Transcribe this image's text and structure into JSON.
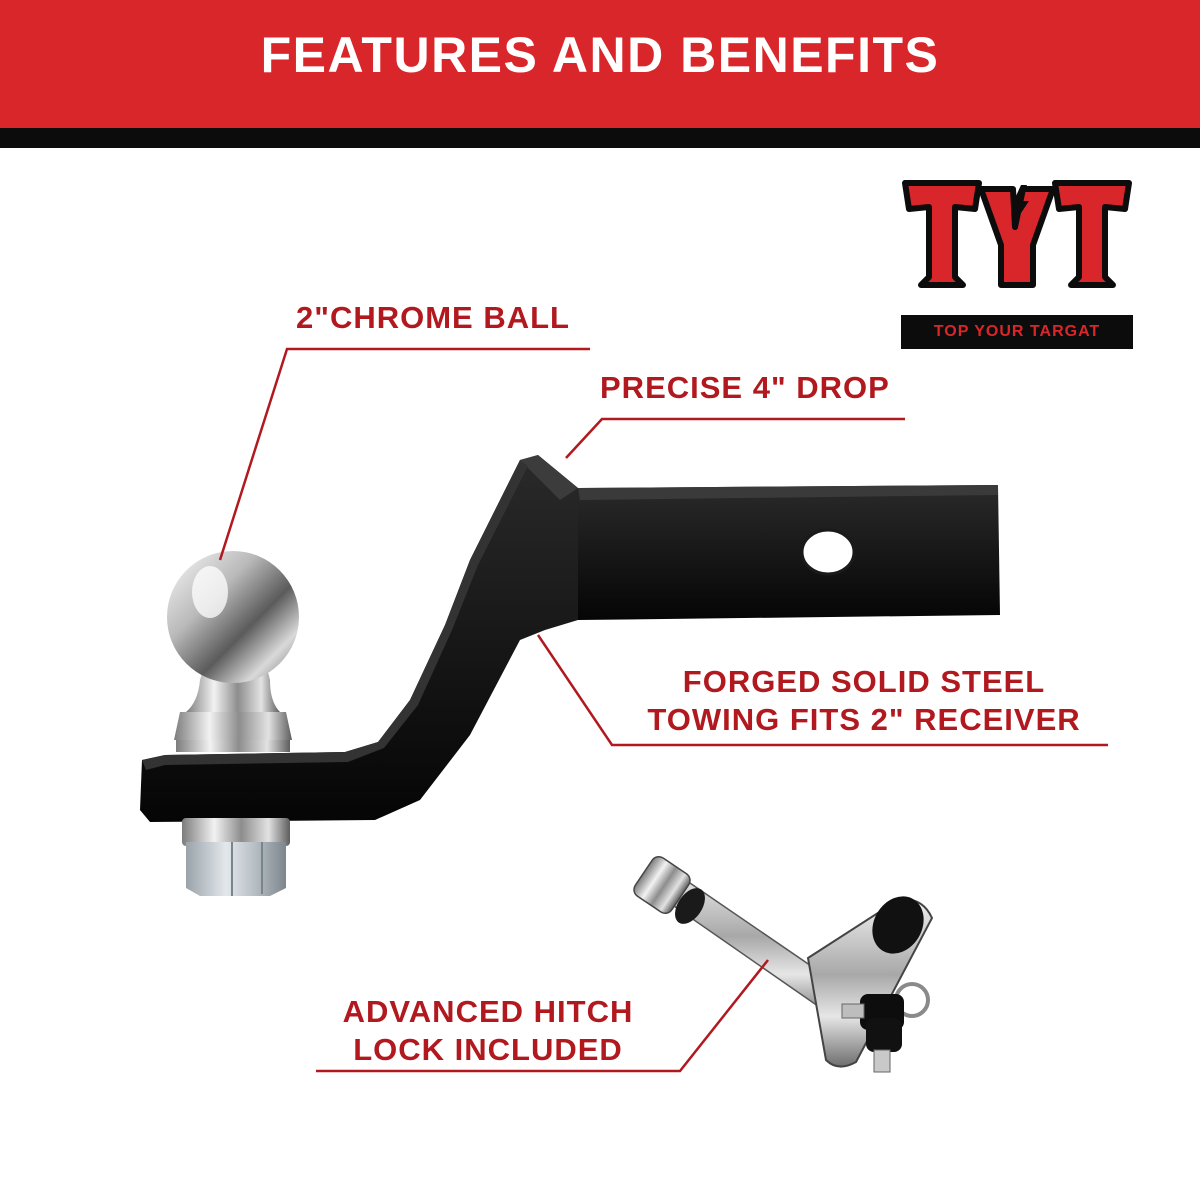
{
  "banner": {
    "title": "FEATURES AND BENEFITS"
  },
  "logo": {
    "tagline": "TOP YOUR TARGAT"
  },
  "callouts": {
    "chrome_ball": "2\"CHROME BALL",
    "drop": "PRECISE 4\" DROP",
    "steel_line1": "FORGED SOLID STEEL",
    "steel_line2": "TOWING FITS 2\" RECEIVER",
    "lock_line1": "ADVANCED HITCH",
    "lock_line2": "LOCK INCLUDED"
  },
  "colors": {
    "brand_red": "#d9262a",
    "callout_red": "#b1191f",
    "black": "#0c0c0c"
  }
}
